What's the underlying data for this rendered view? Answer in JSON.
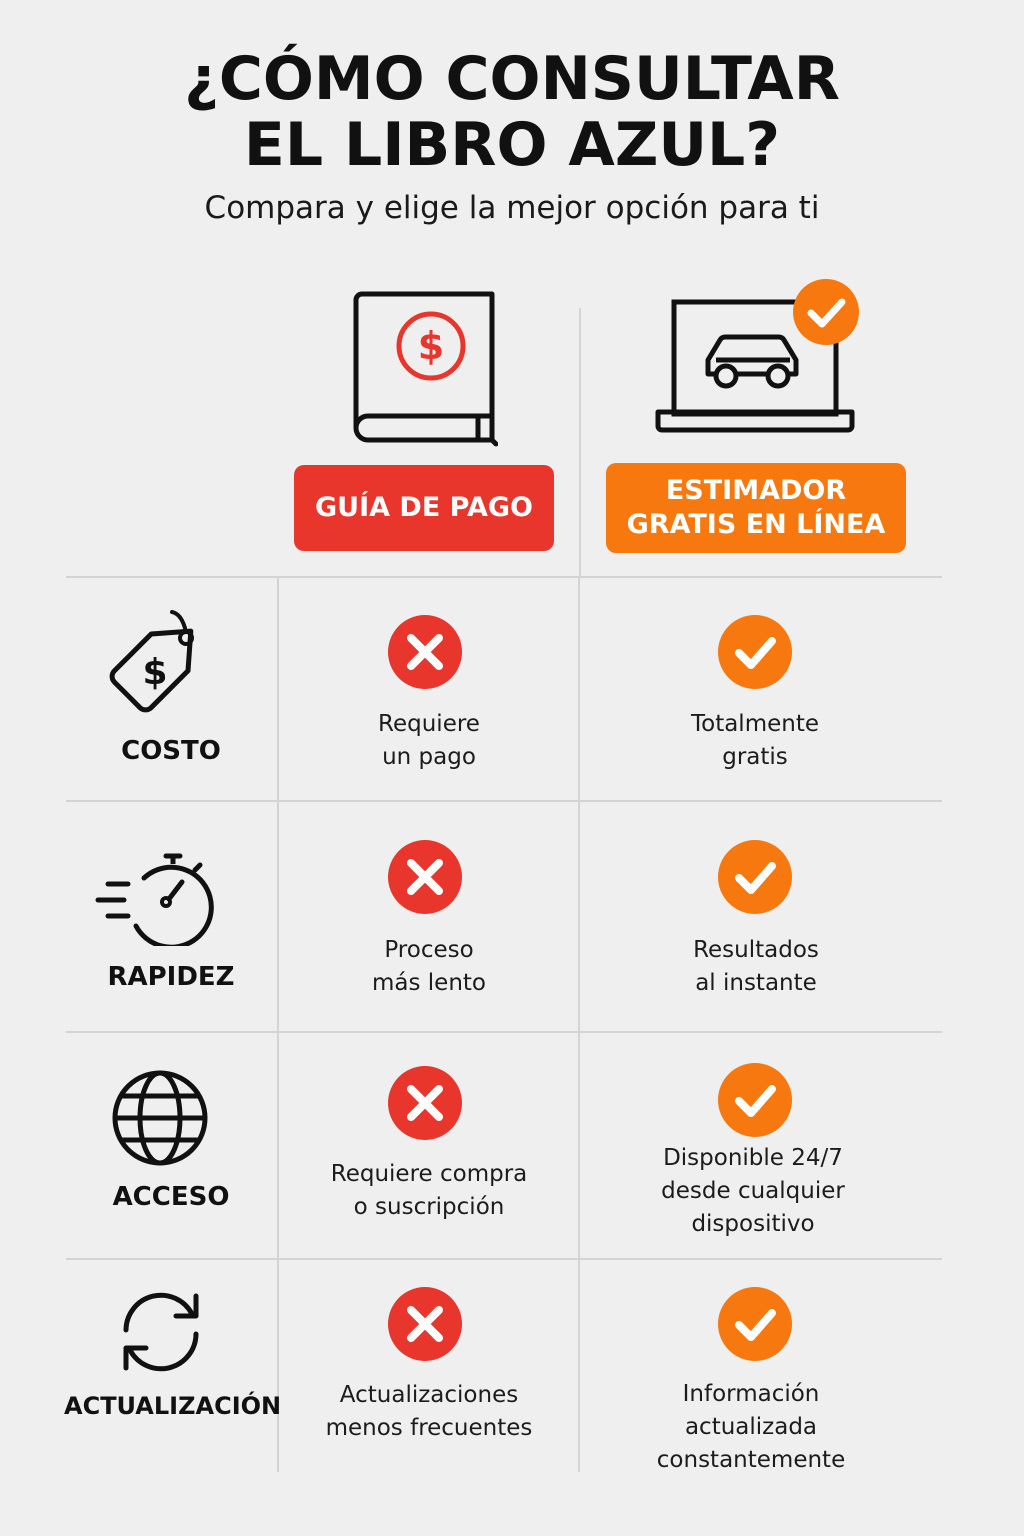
{
  "header": {
    "title_line1": "¿CÓMO CONSULTAR",
    "title_line2": "EL LIBRO AZUL?",
    "subtitle": "Compara y elige la mejor opción para ti"
  },
  "columns": [
    {
      "label": "GUÍA DE PAGO",
      "icon": "book-dollar-icon",
      "color": "#e8362d"
    },
    {
      "label_line1": "ESTIMADOR",
      "label_line2": "GRATIS EN LÍNEA",
      "icon": "laptop-car-check-icon",
      "color": "#f6780f"
    }
  ],
  "rows": [
    {
      "category": "COSTO",
      "icon": "price-tag-icon",
      "pay_status": "cross",
      "pay_text": "Requiere\nun pago",
      "free_status": "check",
      "free_text": "Totalmente\ngratis"
    },
    {
      "category": "RAPIDEZ",
      "icon": "stopwatch-icon",
      "pay_status": "cross",
      "pay_text": "Proceso\nmás lento",
      "free_status": "check",
      "free_text": "Resultados\nal instante"
    },
    {
      "category": "ACCESO",
      "icon": "globe-icon",
      "pay_status": "cross",
      "pay_text": "Requiere compra\no suscripción",
      "free_status": "check",
      "free_text": "Disponible 24/7\ndesde cualquier\ndispositivo"
    },
    {
      "category": "ACTUALIZACIÓN",
      "icon": "refresh-icon",
      "pay_status": "cross",
      "pay_text": "Actualizaciones\nmenos frecuentes",
      "free_status": "check",
      "free_text": "Información\nactualizada\nconstantemente"
    }
  ],
  "colors": {
    "cross": "#e8362d",
    "check": "#f6780f",
    "text": "#111111",
    "lines": "#d4d4d4"
  }
}
